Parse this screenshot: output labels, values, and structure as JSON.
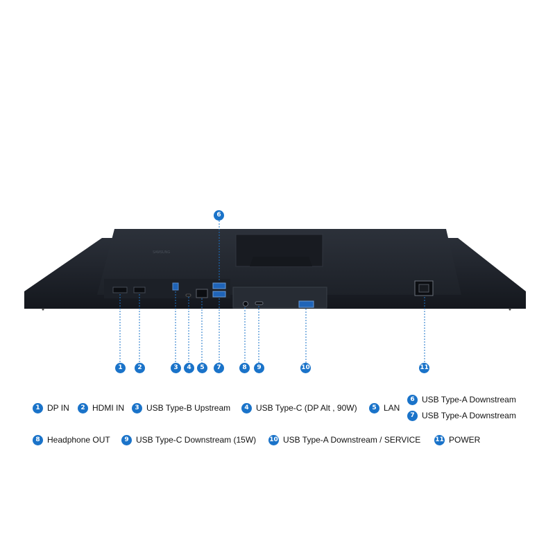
{
  "colors": {
    "badge": "#1a73c9",
    "callout_line": "#1a73c9",
    "monitor_body": "#1b1f27",
    "monitor_panel": "#262b33"
  },
  "product_image": {
    "brand_mark": "SAMSUNG",
    "ports": [
      {
        "number": "1",
        "label": "DP IN"
      },
      {
        "number": "2",
        "label": "HDMI IN"
      },
      {
        "number": "3",
        "label": "USB Type-B Upstream"
      },
      {
        "number": "4",
        "label": "USB Type-C (DP Alt , 90W)"
      },
      {
        "number": "5",
        "label": "LAN"
      },
      {
        "number": "6",
        "label": "USB Type-A Downstream"
      },
      {
        "number": "7",
        "label": "USB Type-A Downstream"
      },
      {
        "number": "8",
        "label": "Headphone OUT"
      },
      {
        "number": "9",
        "label": "USB Type-C Downstream (15W)"
      },
      {
        "number": "10",
        "label": "USB Type-A Downstream / SERVICE"
      },
      {
        "number": "11",
        "label": "POWER"
      }
    ]
  }
}
